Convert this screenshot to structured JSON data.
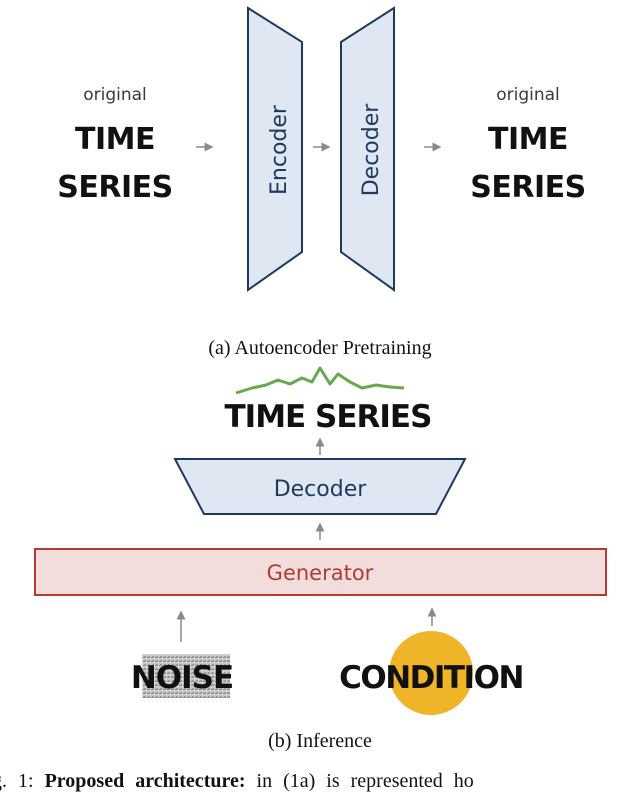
{
  "panel_a": {
    "left_small": "original",
    "left_line1": "TIME",
    "left_line2": "SERIES",
    "encoder": "Encoder",
    "decoder": "Decoder",
    "right_small": "original",
    "right_line1": "TIME",
    "right_line2": "SERIES",
    "caption": "(a) Autoencoder Pretraining"
  },
  "panel_b": {
    "output": "TIME SERIES",
    "decoder": "Decoder",
    "generator": "Generator",
    "noise": "NOISE",
    "condition": "CONDITION",
    "caption": "(b) Inference"
  },
  "footer": {
    "prefix": "g. 1:",
    "bold": "Proposed architecture:",
    "rest": "in (1a) is represented ho"
  },
  "colors": {
    "block_fill": "#dfe7f2",
    "block_stroke": "#1e3a5f",
    "block_text": "#1e3a5f",
    "generator_fill": "#f2dcdc",
    "generator_stroke": "#b23b33",
    "generator_text": "#b23b33",
    "condition_circle": "#f0b429",
    "mountain": "#6aa84f",
    "arrow": "#8a8a8a"
  }
}
